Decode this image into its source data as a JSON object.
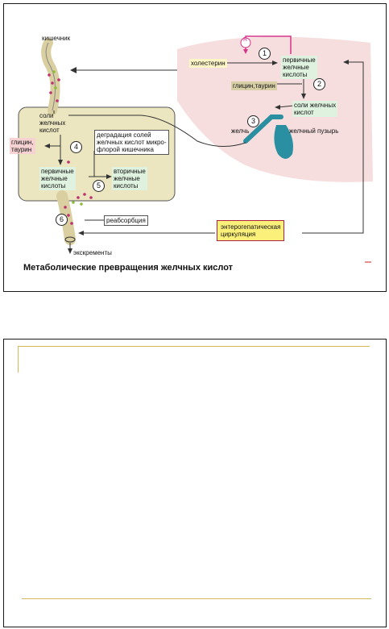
{
  "diagram": {
    "intestine_label": "кишечник",
    "cholesterol": "холестерин",
    "regulation": "R",
    "primary_acids_liver": "первичные\nжелчные\nкислоты",
    "glycine_taurine_liver": "глицин,таурин",
    "bile_salts_liver": "соли желчных\nкислот",
    "bile": "желчь",
    "gallbladder": "желчный пузырь",
    "bile_salts_intestine": "соли\nжелчных\nкислот",
    "glycine_taurine_intestine": "глицин,\nтаурин",
    "degradation": "деградация солей\nжелчных кислот микро-\nфлорой кишечника",
    "primary_acids_intestine": "первичные\nжелчные\nкислоты",
    "secondary_acids": "вторичные\nжелчные\nкислоты",
    "reabsorption": "реабсорбция",
    "enterohepatic": "энтерогепатическая\nциркуляция",
    "excrements": "экскременты",
    "caption": "Метаболические превращения желчных кислот",
    "steps": [
      "1",
      "2",
      "3",
      "4",
      "5",
      "6"
    ]
  },
  "colors": {
    "liver": "#f6dede",
    "intestine_box": "#ece6c0",
    "gallbladder": "#2a8fa0",
    "label_green": "#dff2df",
    "label_pink": "#f6d2d2",
    "label_tan": "#d8cfa6",
    "enterohepatic_box": "#fbf07a",
    "regulation_line": "#d6338a",
    "slide2_rule": "#d4b85a"
  }
}
